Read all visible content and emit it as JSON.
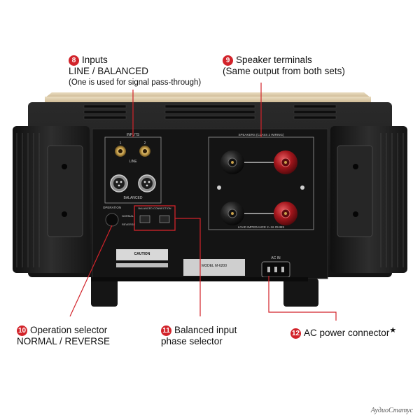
{
  "callouts": {
    "inputs": {
      "number": "8",
      "title": "Inputs",
      "subtitle": "LINE / BALANCED",
      "note": "(One is used for signal pass-through)"
    },
    "speakers": {
      "number": "9",
      "title": "Speaker terminals",
      "subtitle": "(Same output from both sets)"
    },
    "operation": {
      "number": "10",
      "title": "Operation selector",
      "subtitle": "NORMAL / REVERSE"
    },
    "balanced": {
      "number": "11",
      "title": "Balanced input",
      "subtitle": "phase selector"
    },
    "ac": {
      "number": "12",
      "title": "AC power connector",
      "star": "★"
    }
  },
  "panel": {
    "inputs_label": "INPUTS",
    "line_label": "LINE",
    "balanced_label": "BALANCED",
    "channel_1": "1",
    "channel_2": "2",
    "speakers_label": "SPEAKERS (CLASS 2 WIRING)",
    "load_impedance": "LOAD IMPEDANCE 2~16 OHMS",
    "operation_label": "OPERATION",
    "normal_label": "NORMAL",
    "reverse_label": "REVERSE",
    "balanced_connection": "BALANCED CONNECTION",
    "caution": "CAUTION",
    "model_label": "MODEL M-6200",
    "ac_in": "AC IN"
  },
  "watermark": "АудиоСтатус",
  "colors": {
    "callout_red": "#d2232a",
    "chassis": "#1c1c1c",
    "panel": "#141414",
    "terminal_red": "#a3161c"
  }
}
